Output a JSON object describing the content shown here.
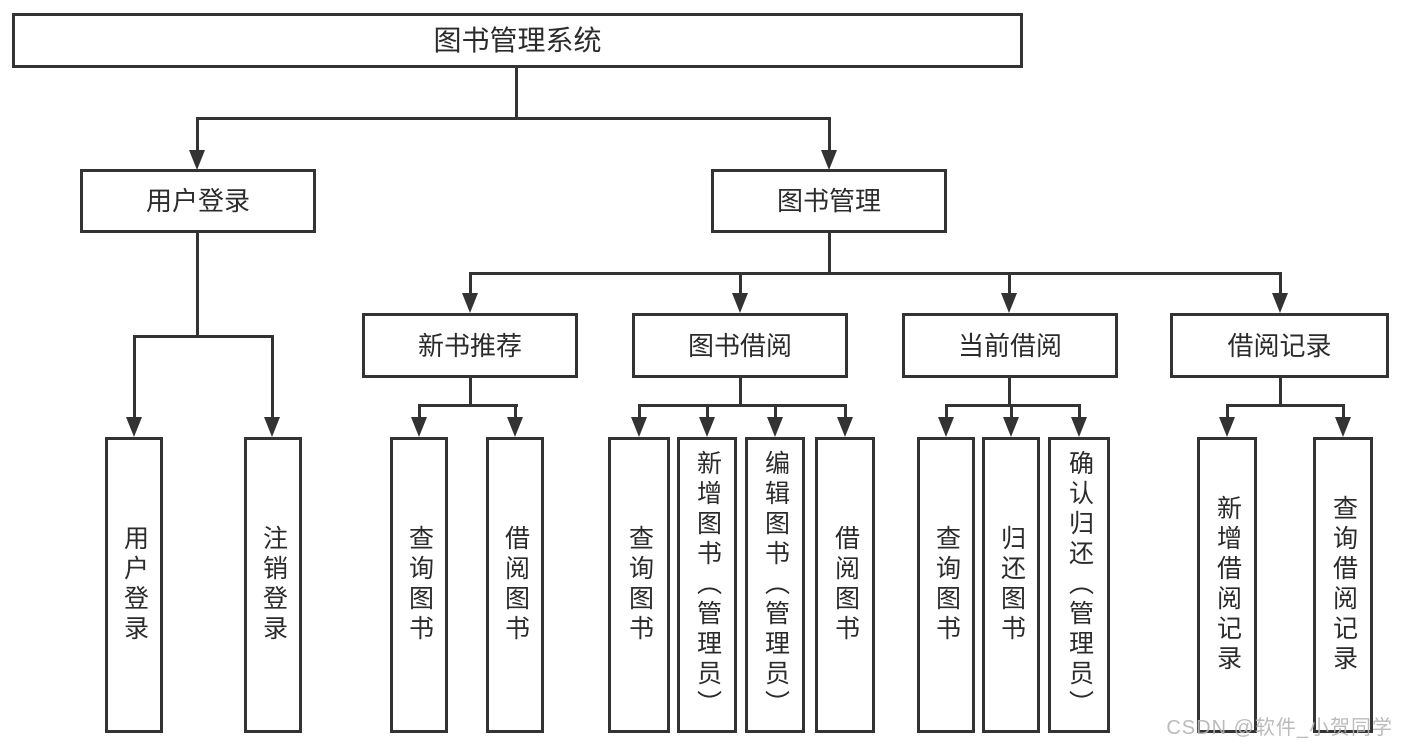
{
  "diagram": {
    "title": "图书管理系统",
    "root": {
      "label": "图书管理系统"
    },
    "level1": [
      {
        "label": "用户登录"
      },
      {
        "label": "图书管理"
      }
    ],
    "level2": [
      {
        "label": "新书推荐"
      },
      {
        "label": "图书借阅"
      },
      {
        "label": "当前借阅"
      },
      {
        "label": "借阅记录"
      }
    ],
    "leaves": {
      "user_login": [
        "用户登录",
        "注销登录"
      ],
      "new_book": [
        "查询图书",
        "借阅图书"
      ],
      "book_borrow": [
        "查询图书",
        "新增图书（管理员）",
        "编辑图书（管理员）",
        "借阅图书"
      ],
      "current_borrow": [
        "查询图书",
        "归还图书",
        "确认归还（管理员）"
      ],
      "borrow_record": [
        "新增借阅记录",
        "查询借阅记录"
      ]
    },
    "watermark": "CSDN @软件_小贺同学",
    "colors": {
      "line": "#333333",
      "text": "#2b2b2b",
      "watermark": "#b4b4b4",
      "background": "#ffffff"
    }
  }
}
